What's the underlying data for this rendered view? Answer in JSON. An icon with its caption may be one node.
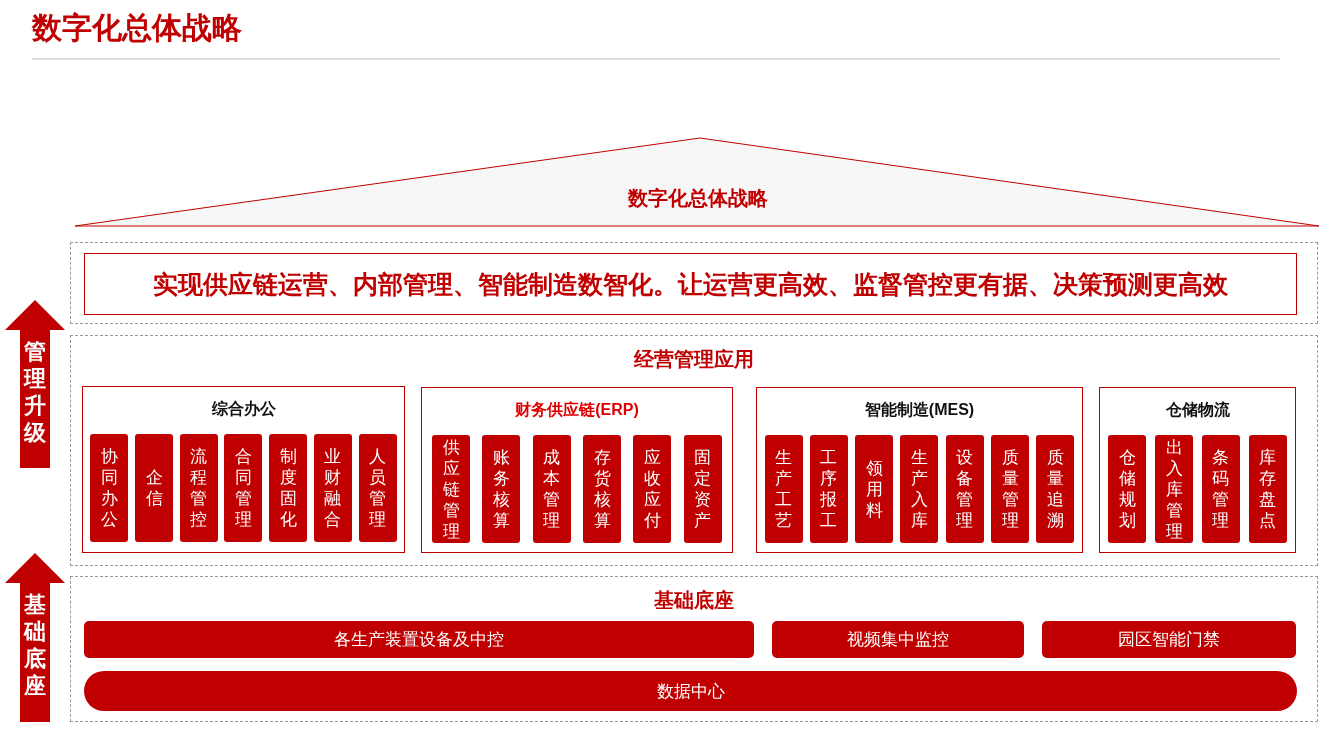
{
  "diagram": {
    "title": "数字化总体战略",
    "nodes": [
      {
        "text": [
          "数字化总体战略"
        ]
      },
      {
        "text": [],
        "shape": "box"
      },
      {
        "text": [
          "实现供应链运营、内部管理、智能制造数智化。让运营更高效、监督管控更有据、决策预测更高效"
        ],
        "in": 1
      },
      {
        "text": [
          "经营管理应用"
        ]
      },
      {
        "text": [
          "综合办公"
        ],
        "in": 3
      },
      {
        "text": [
          "协同办公"
        ],
        "in": 4
      },
      {
        "text": [
          "企信"
        ],
        "in": 4
      },
      {
        "text": [
          "流程管控"
        ],
        "in": 4
      },
      {
        "text": [
          "合同管理"
        ],
        "in": 4
      },
      {
        "text": [
          "制度固化"
        ],
        "in": 4
      },
      {
        "text": [
          "业财融合"
        ],
        "in": 4
      },
      {
        "text": [
          "人员管理"
        ],
        "in": 4
      },
      {
        "text": [
          "财务供应链(ERP)"
        ],
        "in": 3
      },
      {
        "text": [
          "供应链管理"
        ],
        "in": 12
      },
      {
        "text": [
          "账务核算"
        ],
        "in": 12
      },
      {
        "text": [
          "成本管理"
        ],
        "in": 12
      },
      {
        "text": [
          "存货核算"
        ],
        "in": 12
      },
      {
        "text": [
          "应收应付"
        ],
        "in": 12
      },
      {
        "text": [
          "固定资产"
        ],
        "in": 12
      },
      {
        "text": [
          "智能制造(MES)"
        ],
        "in": 3
      },
      {
        "text": [
          "生产工艺"
        ],
        "in": 19
      },
      {
        "text": [
          "工序报工"
        ],
        "in": 19
      },
      {
        "text": [
          "领用料"
        ],
        "in": 19
      },
      {
        "text": [
          "生产入库"
        ],
        "in": 19
      },
      {
        "text": [
          "设备管理"
        ],
        "in": 19
      },
      {
        "text": [
          "质量管理"
        ],
        "in": 19
      },
      {
        "text": [
          "质量追溯"
        ],
        "in": 19
      },
      {
        "text": [
          "仓储物流"
        ],
        "in": 3
      },
      {
        "text": [
          "仓储规划"
        ],
        "in": 27
      },
      {
        "text": [
          "出入库管理"
        ],
        "in": 27
      },
      {
        "text": [
          "条码管理"
        ],
        "in": 27
      },
      {
        "text": [
          "库存盘点"
        ],
        "in": 27
      },
      {
        "text": [
          "基础底座"
        ]
      },
      {
        "text": [
          "各生产装置设备及中控"
        ],
        "in": 32
      },
      {
        "text": [
          "视频集中监控"
        ],
        "in": 32
      },
      {
        "text": [
          "园区智能门禁"
        ],
        "in": 32
      },
      {
        "text": [
          "数据中心"
        ],
        "in": 32
      },
      {
        "text": [
          "管理升级"
        ]
      },
      {
        "text": [
          "基础底座"
        ]
      }
    ],
    "edges": []
  }
}
